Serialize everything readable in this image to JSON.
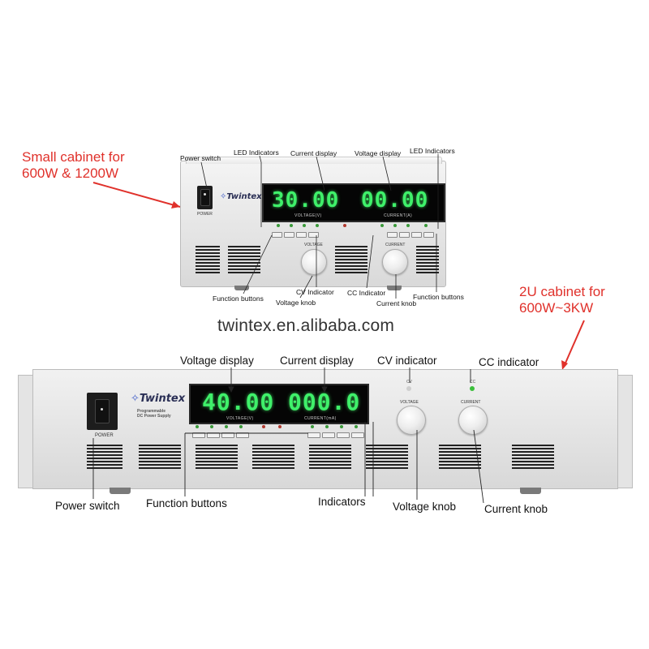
{
  "annotations": {
    "small_cabinet_note_line1": "Small cabinet for",
    "small_cabinet_note_line2": "600W & 1200W",
    "rack_cabinet_note_line1": "2U cabinet for",
    "rack_cabinet_note_line2": "600W~3KW",
    "watermark": "twintex.en.alibaba.com"
  },
  "small_device": {
    "brand": "Twintex",
    "power_label": "POWER",
    "left_display": "30.00",
    "left_caption": "VOLTAGE(V)",
    "right_display": "00.00",
    "right_caption": "CURRENT(A)",
    "knob_left": "VOLTAGE",
    "knob_right": "CURRENT",
    "callouts": {
      "power_switch": "Power switch",
      "led_left": "LED Indicators",
      "current_display": "Current display",
      "voltage_display": "Voltage display",
      "led_right": "LED Indicators",
      "function_left": "Function buttons",
      "cv_indicator": "CV Indicator",
      "voltage_knob": "Voltage knob",
      "cc_indicator": "CC Indicator",
      "current_knob": "Current knob",
      "function_right": "Function buttons"
    }
  },
  "rack_device": {
    "brand": "Twintex",
    "sub_line1": "Programmable",
    "sub_line2": "DC Power Supply",
    "power_label": "POWER",
    "left_display": "40.00",
    "left_caption": "VOLTAGE(V)",
    "right_display": "000.0",
    "right_caption": "CURRENT(mA)",
    "cv_tag": "CV",
    "cc_tag": "CC",
    "knob_left": "VOLTAGE",
    "knob_right": "CURRENT",
    "callouts": {
      "voltage_display": "Voltage display",
      "current_display": "Current display",
      "cv_indicator": "CV indicator",
      "cc_indicator": "CC indicator",
      "power_switch": "Power switch",
      "function_buttons": "Function buttons",
      "indicators": "Indicators",
      "voltage_knob": "Voltage knob",
      "current_knob": "Current knob"
    }
  }
}
